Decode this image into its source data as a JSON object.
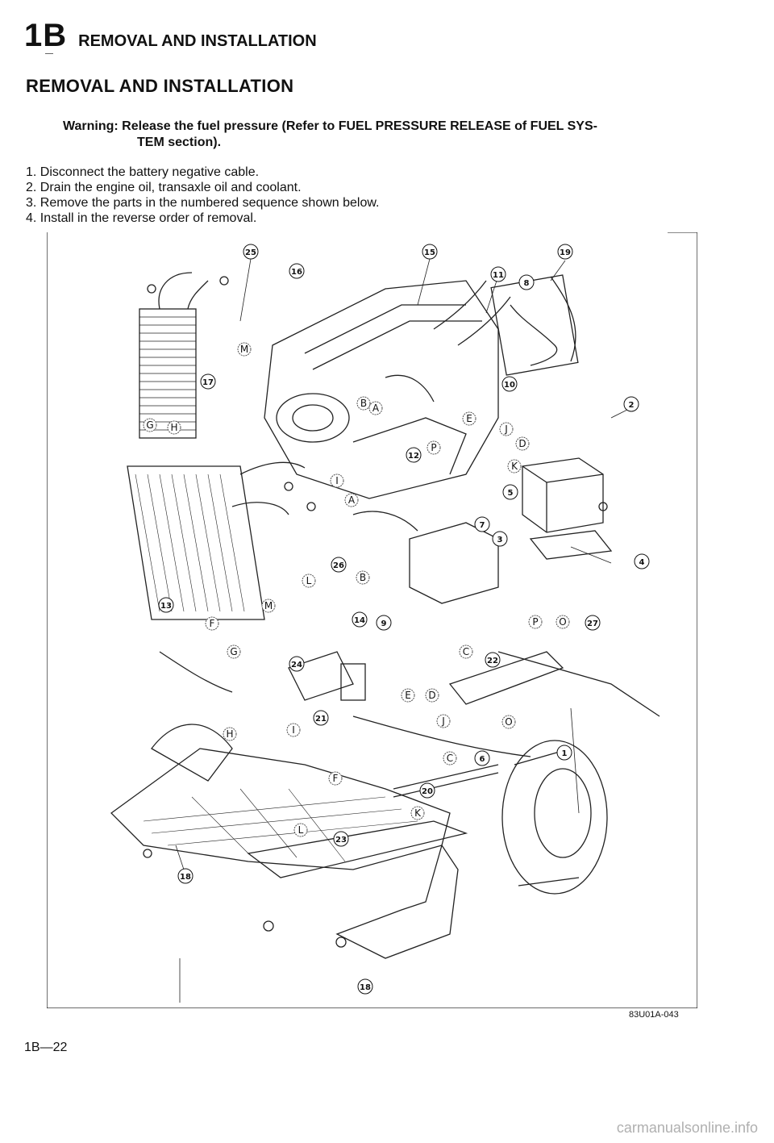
{
  "header": {
    "section_number": "1B",
    "section_title": "REMOVAL AND INSTALLATION"
  },
  "heading": "REMOVAL AND INSTALLATION",
  "warning": {
    "line1": "Warning: Release the fuel pressure (Refer to FUEL PRESSURE RELEASE of FUEL SYS-",
    "line2": "TEM section)."
  },
  "steps": [
    "1. Disconnect the battery negative cable.",
    "2. Drain the engine oil, transaxle oil and coolant.",
    "3. Remove the parts in the numbered sequence shown below.",
    "4. Install in the reverse order of removal."
  ],
  "figure": {
    "callouts": [
      "25",
      "16",
      "15",
      "19",
      "11",
      "8",
      "17",
      "10",
      "2",
      "12",
      "5",
      "7",
      "3",
      "4",
      "26",
      "13",
      "14",
      "9",
      "27",
      "22",
      "24",
      "21",
      "6",
      "1",
      "20",
      "23",
      "18",
      "18"
    ],
    "letters": [
      "G",
      "H",
      "M",
      "B",
      "A",
      "E",
      "J",
      "D",
      "P",
      "K",
      "I",
      "A",
      "L",
      "B",
      "M",
      "F",
      "G",
      "P",
      "O",
      "C",
      "E",
      "D",
      "J",
      "O",
      "H",
      "I",
      "F",
      "C",
      "K",
      "L"
    ],
    "code": "83U01A-043"
  },
  "page_number": "1B—22",
  "footer": "carmanualsonline.info"
}
